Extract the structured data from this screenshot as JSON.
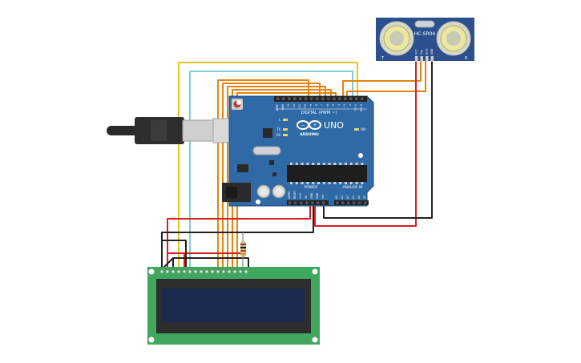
{
  "sensor": {
    "model_label": "HC-SR04",
    "left_mark": "T",
    "right_mark": "R",
    "pins": [
      "VCC",
      "Trig",
      "Echo",
      "GND"
    ]
  },
  "arduino": {
    "header_label": "DIGITAL (PWM ~)",
    "digital_pins": [
      "AREF",
      "GND",
      "13",
      "12",
      "~11",
      "~10",
      "~9",
      "8",
      "7",
      "~6",
      "~5",
      "4",
      "~3",
      "2",
      "TX→1",
      "RX←0"
    ],
    "logo_text": "UNO",
    "brand_text": "ARDUINO",
    "led_l": "L",
    "led_tx": "TX",
    "led_rx": "RX",
    "led_on": "ON",
    "power_label": "POWER",
    "analog_label": "ANALOG IN",
    "power_pins": [
      "IOREF",
      "RESET",
      "3.3V",
      "5V",
      "GND",
      "GND",
      "Vin"
    ],
    "analog_pins": [
      "A0",
      "A1",
      "A2",
      "A3",
      "A4",
      "A5"
    ]
  },
  "colors": {
    "board": "#2f6aa6",
    "board_dark": "#1f4f82",
    "sensor_board": "#2c4f8f",
    "lcd_pcb": "#3fa85e",
    "lcd_screen": "#1b2a4e",
    "wire_orange": "#e8820c",
    "wire_yellow": "#e9c31b",
    "wire_cyan": "#7fcfd4",
    "wire_red": "#d42020",
    "wire_black": "#222222"
  }
}
